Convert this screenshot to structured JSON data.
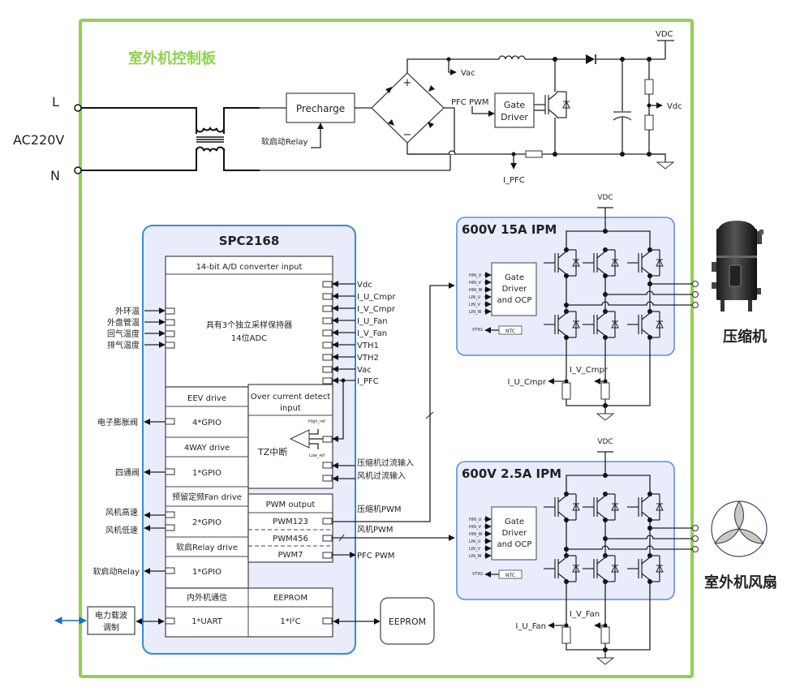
{
  "board": {
    "title": "室外机控制板",
    "border_color": "#8fd14f",
    "title_color": "#8fd14f"
  },
  "ac_input": {
    "label_L": "L",
    "label_N": "N",
    "label_voltage": "AC220V"
  },
  "power_stage": {
    "precharge": "Precharge",
    "soft_start_relay": "软启动Relay",
    "vac": "Vac",
    "pfc_pwm": "PFC PWM",
    "gate_driver_line1": "Gate",
    "gate_driver_line2": "Driver",
    "i_pfc": "I_PFC",
    "vdc_rail": "VDC",
    "vdc_sense": "Vdc",
    "bridge_plus": "+",
    "bridge_minus": "−"
  },
  "mcu": {
    "title": "SPC2168",
    "block_fill": "#e8ecfb",
    "block_border": "#3a8ad6",
    "adc_header": "14-bit A/D converter input",
    "adc_desc_line1": "具有3个独立采样保持器",
    "adc_desc_line2": "14位ADC",
    "adc_left_inputs": [
      "外环温",
      "外盘管温",
      "回气温度",
      "排气温度"
    ],
    "adc_right_inputs": [
      "Vdc",
      "I_U_Cmpr",
      "I_V_Cmpr",
      "I_U_Fan",
      "I_V_Fan",
      "VTH1",
      "VTH2",
      "Vac",
      "I_PFC"
    ],
    "eev_header": "EEV drive",
    "eev_gpio": "4*GPIO",
    "eev_output": "电子膨胀阀",
    "fourway_header": "4WAY drive",
    "fourway_gpio": "1*GPIO",
    "fourway_output": "四通阀",
    "fan_header": "预留定频Fan drive",
    "fan_gpio": "2*GPIO",
    "fan_outputs": [
      "风机高速",
      "风机低速"
    ],
    "relay_header": "软启Relay drive",
    "relay_gpio": "1*GPIO",
    "relay_output": "软启动Relay",
    "comm_header": "内外机通信",
    "comm_uart": "1*UART",
    "eeprom_header": "EEPROM",
    "eeprom_i2c": "1*I²C",
    "ocd_header_line1": "Over current detect",
    "ocd_header_line2": "input",
    "tz_label": "TZ中断",
    "high_ref": "High_ref",
    "low_ref": "Low_ref",
    "ocd_inputs": [
      "压缩机过流输入",
      "风机过流输入"
    ],
    "pwm_header": "PWM output",
    "pwm_channels": [
      "PWM123",
      "PWM456",
      "PWM7"
    ],
    "pwm_outputs": [
      "压缩机PWM",
      "风机PWM",
      "PFC PWM"
    ]
  },
  "plc": {
    "line1": "电力载波",
    "line2": "调制",
    "arrow_color": "#1a6fc4"
  },
  "eeprom_chip": "EEPROM",
  "ipm_compressor": {
    "title": "600V 15A IPM",
    "vdc": "VDC",
    "gate_line1": "Gate",
    "gate_line2": "Driver",
    "gate_line3": "and  OCP",
    "inputs": [
      "HIN_U",
      "HIN_V",
      "HIN_W",
      "LIN_U",
      "LIN_V",
      "LIN_W"
    ],
    "ntc": "NTC",
    "vth": "VTH1",
    "i_u": "I_U_Cmpr",
    "i_v": "I_V_Cmpr",
    "load_label": "压缩机"
  },
  "ipm_fan": {
    "title": "600V 2.5A IPM",
    "vdc": "VDC",
    "gate_line1": "Gate",
    "gate_line2": "Driver",
    "gate_line3": "and  OCP",
    "inputs": [
      "HIN_U",
      "HIN_V",
      "HIN_W",
      "LIN_U",
      "LIN_V",
      "LIN_W"
    ],
    "ntc": "NTC",
    "vth": "VTH2",
    "i_u": "I_U_Fan",
    "i_v": "I_V_Fan",
    "load_label": "室外机风扇"
  }
}
